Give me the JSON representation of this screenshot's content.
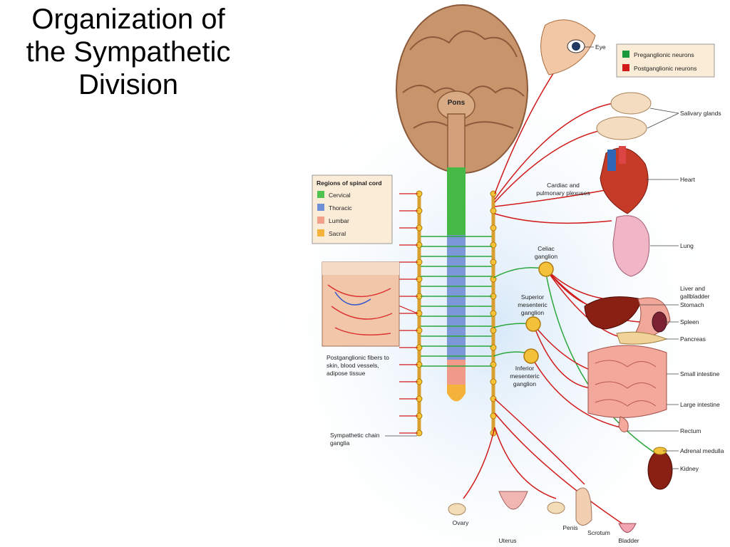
{
  "slide": {
    "title": "Organization of\nthe Sympathetic\nDivision"
  },
  "legend_neurons": {
    "items": [
      {
        "label": "Preganglionic neurons",
        "color": "#1a9a3a"
      },
      {
        "label": "Postganglionic neurons",
        "color": "#d11a1a"
      }
    ]
  },
  "legend_regions": {
    "title": "Regions of spinal cord",
    "items": [
      {
        "label": "Cervical",
        "color": "#4fc24f"
      },
      {
        "label": "Thoracic",
        "color": "#6f8fd6"
      },
      {
        "label": "Lumbar",
        "color": "#f3a08a"
      },
      {
        "label": "Sacral",
        "color": "#f4b23a"
      }
    ]
  },
  "labels": {
    "pons": "Pons",
    "eye": "Eye",
    "salivary": "Salivary glands",
    "heart": "Heart",
    "cardiac_line1": "Cardiac and",
    "cardiac_line2": "pulmonary plexuses",
    "lung": "Lung",
    "celiac_line1": "Celiac",
    "celiac_line2": "ganglion",
    "sup_line1": "Superior",
    "sup_line2": "mesenteric",
    "sup_line3": "ganglion",
    "inf_line1": "Inferior",
    "inf_line2": "mesenteric",
    "inf_line3": "ganglion",
    "liver_line1": "Liver and",
    "liver_line2": "gallbladder",
    "stomach": "Stomach",
    "spleen": "Spleen",
    "pancreas": "Pancreas",
    "small_int": "Small intestine",
    "large_int": "Large intestine",
    "rectum": "Rectum",
    "adrenal": "Adrenal medulla",
    "kidney": "Kidney",
    "skin_line1": "Postganglionic fibers to",
    "skin_line2": "skin, blood vessels,",
    "skin_line3": "adipose tissue",
    "chain_line1": "Sympathetic chain",
    "chain_line2": "ganglia",
    "ovary": "Ovary",
    "uterus": "Uterus",
    "penis": "Penis",
    "scrotum": "Scrotum",
    "bladder": "Bladder"
  }
}
